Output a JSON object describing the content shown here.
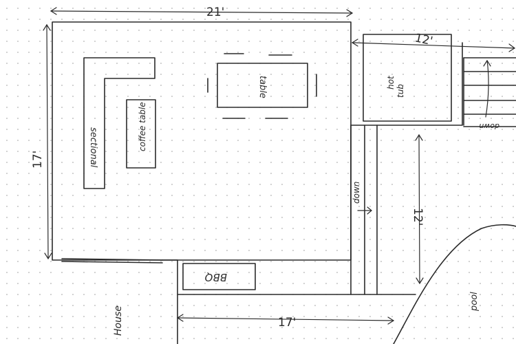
{
  "labels": {
    "sectional": "sectional",
    "coffee_table": "coffee table",
    "table": "table",
    "hot_tub": "hot tub",
    "hot_tub_line1": "hot",
    "hot_tub_line2": "tub",
    "down_stairs": "down",
    "down_arrow_stairs": "down",
    "bbq": "BBQ",
    "house": "House",
    "pool": "pool"
  },
  "dimensions": {
    "deck_width": "21'",
    "deck_depth": "17'",
    "hot_tub_deck_width": "12'",
    "lower_deck_height": "12'",
    "lower_deck_width": "17'"
  },
  "colors": {
    "ink": "#2a2a2a",
    "paper": "#ffffff",
    "grid_dot": "#9a9a9a"
  }
}
